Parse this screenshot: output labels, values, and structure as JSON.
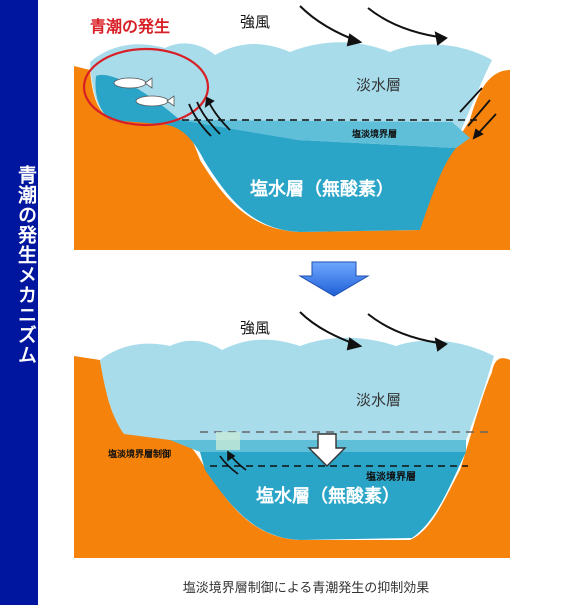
{
  "sidebar": {
    "title": "青潮の発生メカニズム"
  },
  "top_panel": {
    "aoshio_label": "青潮の発生",
    "wind_label": "強風",
    "fresh_label": "淡水層",
    "boundary_label": "塩淡境界層",
    "salt_label": "塩水層（無酸素）"
  },
  "bottom_panel": {
    "wind_label": "強風",
    "fresh_label": "淡水層",
    "control_label": "塩淡境界層制御",
    "boundary_label": "塩淡境界層",
    "salt_label": "塩水層（無酸素）"
  },
  "caption": "塩淡境界層制御による青潮発生の抑制効果",
  "colors": {
    "sidebar": "#00169e",
    "land": "#f5820a",
    "fresh_water": "#a8dceb",
    "salt_water": "#2aa4c7",
    "highlight": "#d81f26",
    "down_arrow": "#2f7be8"
  }
}
